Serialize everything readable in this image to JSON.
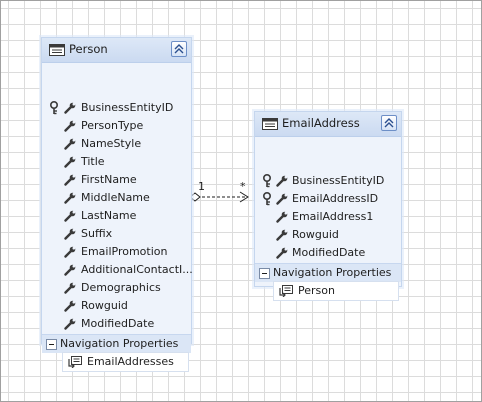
{
  "diagram": {
    "entities": [
      {
        "title": "Person",
        "properties": [
          {
            "label": "BusinessEntityID",
            "is_key": true
          },
          {
            "label": "PersonType",
            "is_key": false
          },
          {
            "label": "NameStyle",
            "is_key": false
          },
          {
            "label": "Title",
            "is_key": false
          },
          {
            "label": "FirstName",
            "is_key": false
          },
          {
            "label": "MiddleName",
            "is_key": false
          },
          {
            "label": "LastName",
            "is_key": false
          },
          {
            "label": "Suffix",
            "is_key": false
          },
          {
            "label": "EmailPromotion",
            "is_key": false
          },
          {
            "label": "AdditionalContactI...",
            "is_key": false
          },
          {
            "label": "Demographics",
            "is_key": false
          },
          {
            "label": "Rowguid",
            "is_key": false
          },
          {
            "label": "ModifiedDate",
            "is_key": false
          }
        ],
        "nav_section_label": "Navigation Properties",
        "nav_properties": [
          {
            "label": "EmailAddresses"
          }
        ]
      },
      {
        "title": "EmailAddress",
        "properties": [
          {
            "label": "BusinessEntityID",
            "is_key": true
          },
          {
            "label": "EmailAddressID",
            "is_key": true
          },
          {
            "label": "EmailAddress1",
            "is_key": false
          },
          {
            "label": "Rowguid",
            "is_key": false
          },
          {
            "label": "ModifiedDate",
            "is_key": false
          }
        ],
        "nav_section_label": "Navigation Properties",
        "nav_properties": [
          {
            "label": "Person"
          }
        ]
      }
    ],
    "association": {
      "from_multiplicity": "1",
      "to_multiplicity": "*"
    },
    "colors": {
      "header_bg": "#cbdaf1",
      "body_bg": "#eef3fb",
      "border": "#c5d6ee",
      "icon_dark": "#3a3a3a"
    },
    "icons": {
      "entity": "entity-table-icon",
      "collapse": "double-chevron-up-icon",
      "key": "key-icon",
      "property": "wrench-icon",
      "navigation": "navigation-property-icon",
      "section_toggle": "minus-toggle-icon"
    }
  }
}
